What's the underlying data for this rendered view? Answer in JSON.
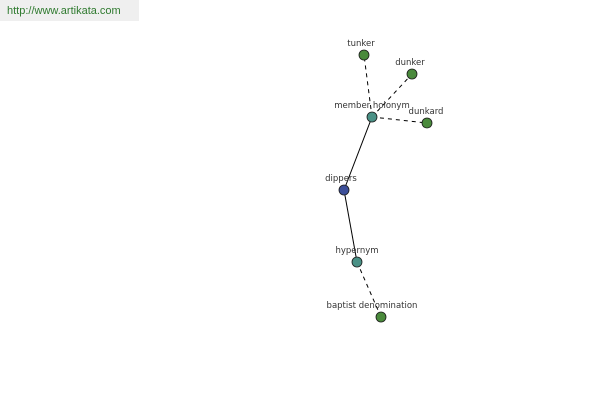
{
  "watermark": {
    "url": "http://www.artikata.com"
  },
  "graph": {
    "colors": {
      "word": "#4a8a3c",
      "relation": "#4a9186",
      "center": "#3d4f99",
      "edge": "#000000",
      "node_border": "#1a1a1a"
    },
    "nodes": [
      {
        "id": "tunker",
        "label": "tunker",
        "kind": "word"
      },
      {
        "id": "dunker",
        "label": "dunker",
        "kind": "word"
      },
      {
        "id": "member-holonym",
        "label": "member holonym",
        "kind": "relation"
      },
      {
        "id": "dunkard",
        "label": "dunkard",
        "kind": "word"
      },
      {
        "id": "dippers",
        "label": "dippers",
        "kind": "center"
      },
      {
        "id": "hypernym",
        "label": "hypernym",
        "kind": "relation"
      },
      {
        "id": "baptist-denomination",
        "label": "baptist denomination",
        "kind": "word"
      }
    ],
    "edges": [
      {
        "from": "dippers",
        "to": "member-holonym",
        "style": "solid"
      },
      {
        "from": "dippers",
        "to": "hypernym",
        "style": "solid"
      },
      {
        "from": "member-holonym",
        "to": "tunker",
        "style": "dashed"
      },
      {
        "from": "member-holonym",
        "to": "dunker",
        "style": "dashed"
      },
      {
        "from": "member-holonym",
        "to": "dunkard",
        "style": "dashed"
      },
      {
        "from": "hypernym",
        "to": "baptist-denomination",
        "style": "dashed"
      }
    ]
  }
}
